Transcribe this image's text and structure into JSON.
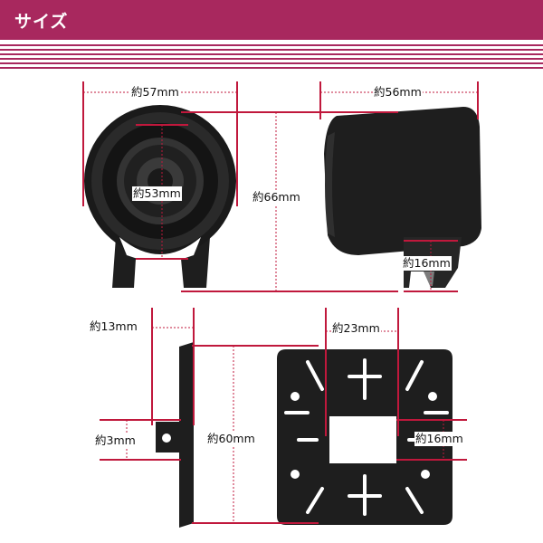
{
  "header": {
    "title": "サイズ"
  },
  "colors": {
    "accent": "#a8285e",
    "dimension_line": "#c0183c",
    "product": "#1e1e1e"
  },
  "dimensions": {
    "front_width": "約57mm",
    "side_depth": "約56mm",
    "inner_diameter": "約53mm",
    "total_height": "約66mm",
    "tab_width_top": "約16mm",
    "plate_thickness": "約13mm",
    "bracket_thickness": "約3mm",
    "plate_height": "約60mm",
    "slot_length": "約23mm",
    "tab_width_side": "約16mm"
  }
}
